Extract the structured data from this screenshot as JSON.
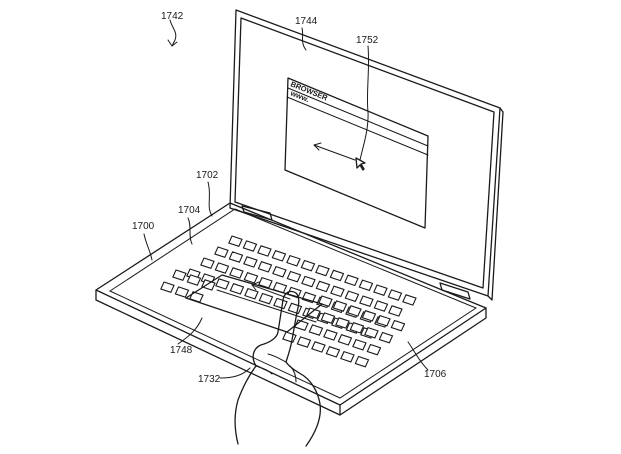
{
  "labels": {
    "fig": "1742",
    "screen": "1744",
    "cursor": "1752",
    "base": "1700",
    "body": "1702",
    "surface": "1704",
    "touchpad": "1748",
    "hand": "1732",
    "keys": "1706"
  },
  "browser": {
    "title": "BROWSER",
    "url": "www."
  }
}
